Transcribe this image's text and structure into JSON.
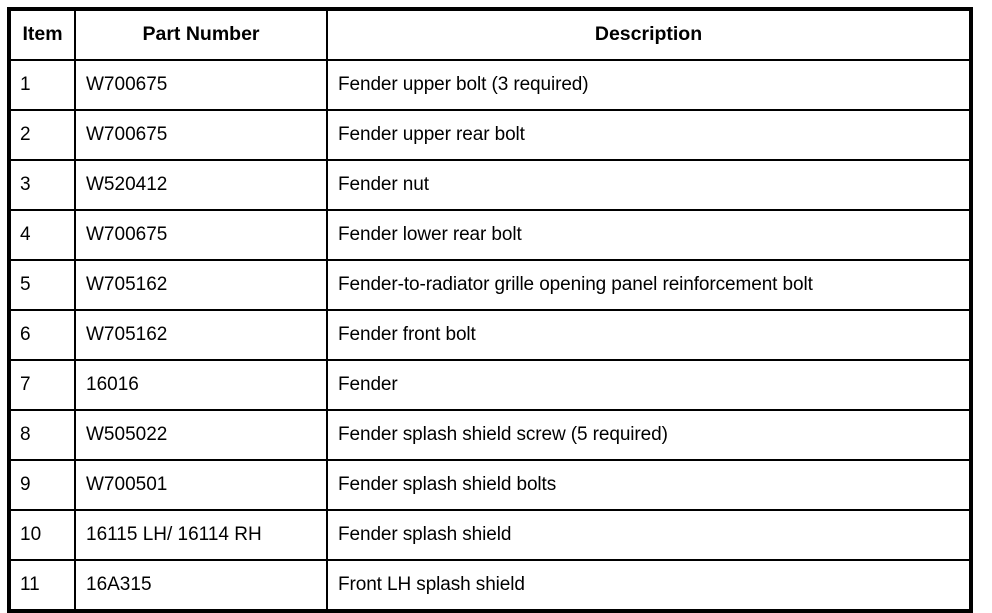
{
  "table": {
    "columns": [
      {
        "key": "item",
        "label": "Item"
      },
      {
        "key": "part_number",
        "label": "Part Number"
      },
      {
        "key": "description",
        "label": "Description"
      }
    ],
    "rows": [
      {
        "item": "1",
        "part_number": "W700675",
        "description": "Fender upper bolt (3 required)"
      },
      {
        "item": "2",
        "part_number": "W700675",
        "description": "Fender upper rear bolt"
      },
      {
        "item": "3",
        "part_number": "W520412",
        "description": "Fender nut"
      },
      {
        "item": "4",
        "part_number": "W700675",
        "description": "Fender lower rear bolt"
      },
      {
        "item": "5",
        "part_number": "W705162",
        "description": "Fender-to-radiator grille opening panel reinforcement bolt"
      },
      {
        "item": "6",
        "part_number": "W705162",
        "description": "Fender front bolt"
      },
      {
        "item": "7",
        "part_number": "16016",
        "description": "Fender"
      },
      {
        "item": "8",
        "part_number": "W505022",
        "description": "Fender splash shield screw (5 required)"
      },
      {
        "item": "9",
        "part_number": "W700501",
        "description": "Fender splash shield bolts"
      },
      {
        "item": "10",
        "part_number": "16115 LH/ 16114 RH",
        "description": "Fender splash shield"
      },
      {
        "item": "11",
        "part_number": "16A315",
        "description": "Front LH splash shield"
      }
    ]
  },
  "style": {
    "border_color": "#000000",
    "text_color": "#000000",
    "background": "#ffffff"
  }
}
